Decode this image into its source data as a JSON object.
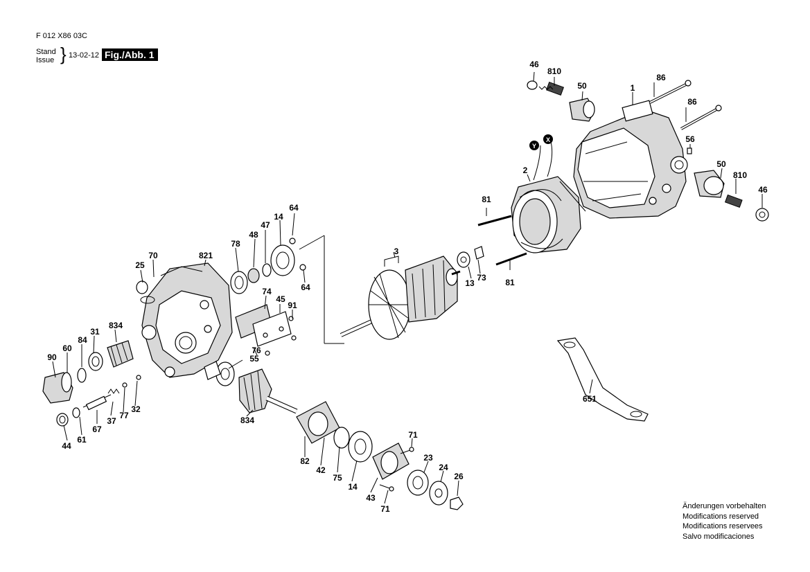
{
  "header": {
    "code": "F 012 X86 03C",
    "stand": "Stand",
    "issue": "Issue",
    "date": "13-02-12",
    "figure": "Fig./Abb. 1"
  },
  "notes": [
    "Änderungen vorbehalten",
    "Modifications reserved",
    "Modifications reservees",
    "Salvo modificaciones"
  ],
  "wire_markers": [
    "Y",
    "X"
  ],
  "callouts": [
    {
      "id": "46a",
      "text": "46"
    },
    {
      "id": "810a",
      "text": "810"
    },
    {
      "id": "50a",
      "text": "50"
    },
    {
      "id": "1",
      "text": "1"
    },
    {
      "id": "86a",
      "text": "86"
    },
    {
      "id": "86b",
      "text": "86"
    },
    {
      "id": "56",
      "text": "56"
    },
    {
      "id": "50b",
      "text": "50"
    },
    {
      "id": "810b",
      "text": "810"
    },
    {
      "id": "46b",
      "text": "46"
    },
    {
      "id": "2",
      "text": "2"
    },
    {
      "id": "81a",
      "text": "81"
    },
    {
      "id": "81b",
      "text": "81"
    },
    {
      "id": "3",
      "text": "3"
    },
    {
      "id": "13",
      "text": "13"
    },
    {
      "id": "73",
      "text": "73"
    },
    {
      "id": "64a",
      "text": "64"
    },
    {
      "id": "64b",
      "text": "64"
    },
    {
      "id": "14a",
      "text": "14"
    },
    {
      "id": "47",
      "text": "47"
    },
    {
      "id": "48",
      "text": "48"
    },
    {
      "id": "78",
      "text": "78"
    },
    {
      "id": "821",
      "text": "821"
    },
    {
      "id": "70",
      "text": "70"
    },
    {
      "id": "25",
      "text": "25"
    },
    {
      "id": "74",
      "text": "74"
    },
    {
      "id": "45",
      "text": "45"
    },
    {
      "id": "91",
      "text": "91"
    },
    {
      "id": "76",
      "text": "76"
    },
    {
      "id": "55",
      "text": "55"
    },
    {
      "id": "834a",
      "text": "834"
    },
    {
      "id": "31",
      "text": "31"
    },
    {
      "id": "84",
      "text": "84"
    },
    {
      "id": "60",
      "text": "60"
    },
    {
      "id": "90",
      "text": "90"
    },
    {
      "id": "37",
      "text": "37"
    },
    {
      "id": "77",
      "text": "77"
    },
    {
      "id": "32",
      "text": "32"
    },
    {
      "id": "67",
      "text": "67"
    },
    {
      "id": "61",
      "text": "61"
    },
    {
      "id": "44",
      "text": "44"
    },
    {
      "id": "834b",
      "text": "834"
    },
    {
      "id": "82",
      "text": "82"
    },
    {
      "id": "42",
      "text": "42"
    },
    {
      "id": "75",
      "text": "75"
    },
    {
      "id": "14b",
      "text": "14"
    },
    {
      "id": "43",
      "text": "43"
    },
    {
      "id": "71a",
      "text": "71"
    },
    {
      "id": "71b",
      "text": "71"
    },
    {
      "id": "23",
      "text": "23"
    },
    {
      "id": "24",
      "text": "24"
    },
    {
      "id": "26",
      "text": "26"
    },
    {
      "id": "651",
      "text": "651"
    }
  ]
}
